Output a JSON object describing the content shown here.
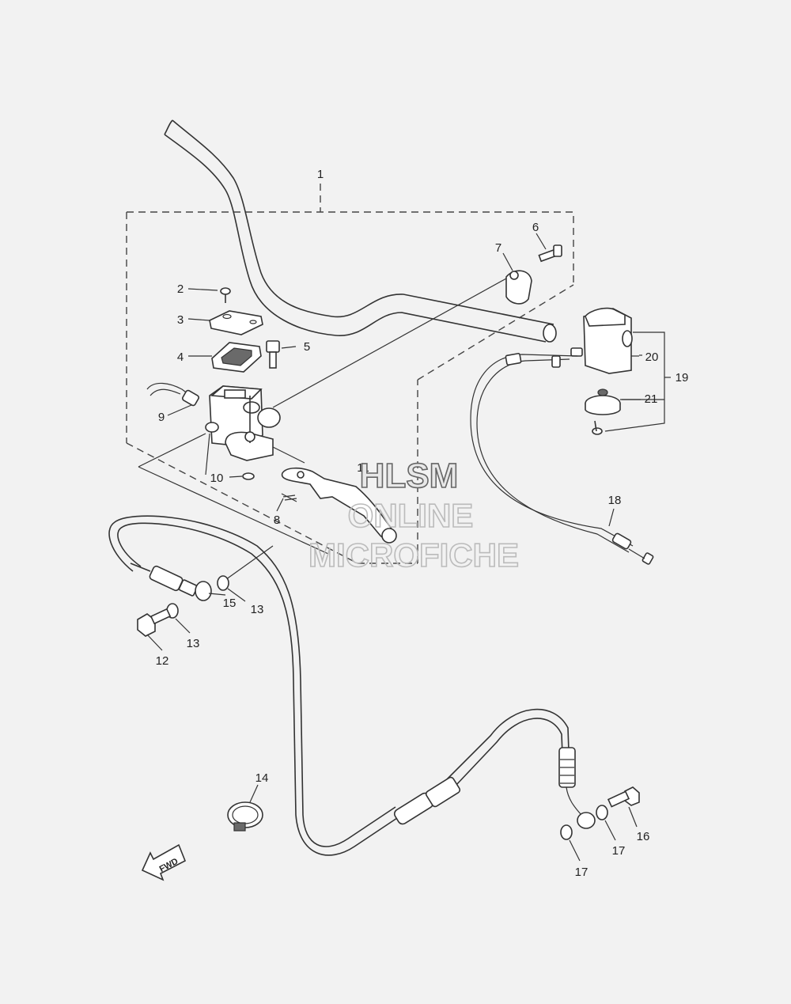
{
  "callouts": {
    "c1": "1",
    "c2": "2",
    "c3": "3",
    "c4": "4",
    "c5": "5",
    "c6": "6",
    "c7": "7",
    "c8": "8",
    "c9": "9",
    "c10": "10",
    "c11": "11",
    "c12": "12",
    "c13a": "13",
    "c13b": "13",
    "c14": "14",
    "c15": "15",
    "c16": "16",
    "c17a": "17",
    "c17b": "17",
    "c18": "18",
    "c19": "19",
    "c20": "20",
    "c21": "21"
  },
  "watermark": {
    "line1": "HLSM",
    "line2": "ONLINE",
    "line3": "MICROFICHE"
  },
  "fwd_arrow": {
    "label": "FWD",
    "icon": "fwd-arrow-icon"
  }
}
